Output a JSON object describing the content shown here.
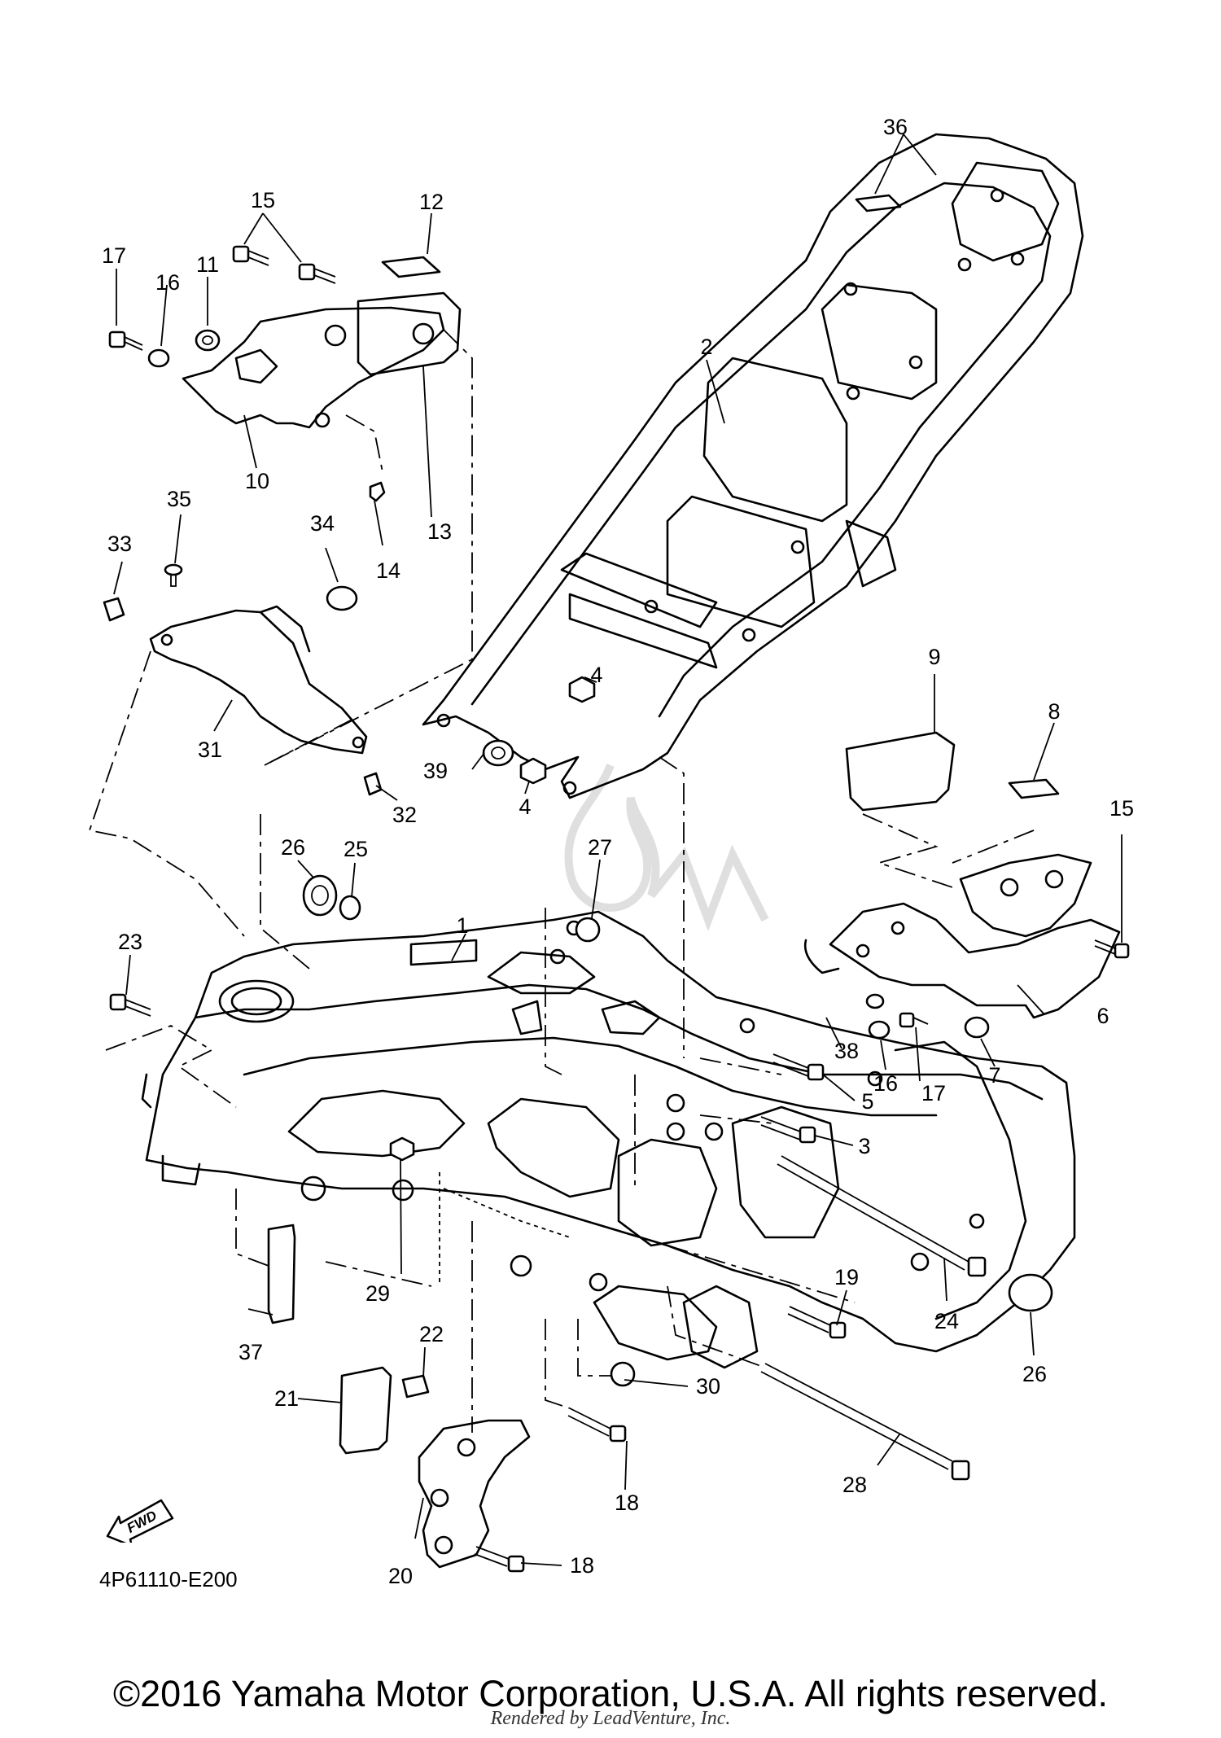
{
  "diagram": {
    "code": "4P61110-E200",
    "copyright": "©2016 Yamaha Motor Corporation, U.S.A. All rights reserved.",
    "rendered_by": "Rendered by LeadVenture, Inc.",
    "fwd": "FWD",
    "callouts": [
      {
        "id": "c1",
        "text": "1"
      },
      {
        "id": "c2",
        "text": "2"
      },
      {
        "id": "c3",
        "text": "3"
      },
      {
        "id": "c4a",
        "text": "4"
      },
      {
        "id": "c4b",
        "text": "4"
      },
      {
        "id": "c5",
        "text": "5"
      },
      {
        "id": "c6",
        "text": "6"
      },
      {
        "id": "c7",
        "text": "7"
      },
      {
        "id": "c8",
        "text": "8"
      },
      {
        "id": "c9",
        "text": "9"
      },
      {
        "id": "c10",
        "text": "10"
      },
      {
        "id": "c11",
        "text": "11"
      },
      {
        "id": "c12",
        "text": "12"
      },
      {
        "id": "c13",
        "text": "13"
      },
      {
        "id": "c14",
        "text": "14"
      },
      {
        "id": "c15a",
        "text": "15"
      },
      {
        "id": "c15b",
        "text": "15"
      },
      {
        "id": "c16a",
        "text": "16"
      },
      {
        "id": "c16b",
        "text": "16"
      },
      {
        "id": "c17a",
        "text": "17"
      },
      {
        "id": "c17b",
        "text": "17"
      },
      {
        "id": "c18a",
        "text": "18"
      },
      {
        "id": "c18b",
        "text": "18"
      },
      {
        "id": "c19",
        "text": "19"
      },
      {
        "id": "c20",
        "text": "20"
      },
      {
        "id": "c21",
        "text": "21"
      },
      {
        "id": "c22",
        "text": "22"
      },
      {
        "id": "c23",
        "text": "23"
      },
      {
        "id": "c24",
        "text": "24"
      },
      {
        "id": "c25",
        "text": "25"
      },
      {
        "id": "c26a",
        "text": "26"
      },
      {
        "id": "c26b",
        "text": "26"
      },
      {
        "id": "c27",
        "text": "27"
      },
      {
        "id": "c28",
        "text": "28"
      },
      {
        "id": "c29",
        "text": "29"
      },
      {
        "id": "c30",
        "text": "30"
      },
      {
        "id": "c31",
        "text": "31"
      },
      {
        "id": "c32",
        "text": "32"
      },
      {
        "id": "c33",
        "text": "33"
      },
      {
        "id": "c34",
        "text": "34"
      },
      {
        "id": "c35",
        "text": "35"
      },
      {
        "id": "c36",
        "text": "36"
      },
      {
        "id": "c37",
        "text": "37"
      },
      {
        "id": "c38",
        "text": "38"
      },
      {
        "id": "c39",
        "text": "39"
      }
    ]
  }
}
